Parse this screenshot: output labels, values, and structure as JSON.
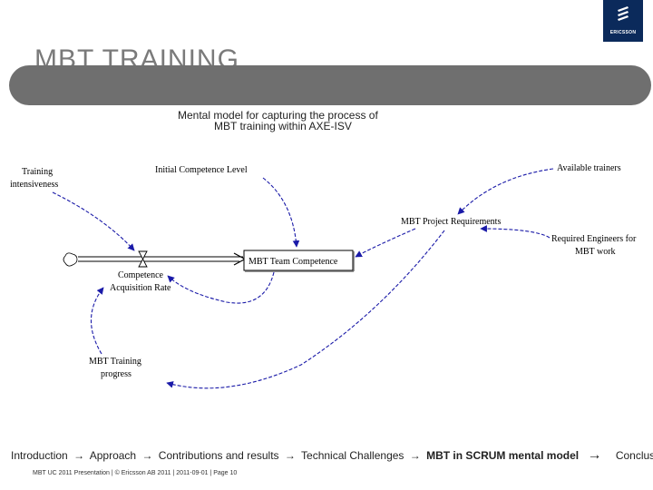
{
  "brand": {
    "name": "ERICSSON",
    "color": "#0b2a5b"
  },
  "page": {
    "title": "MBT TRAINING"
  },
  "diagram": {
    "caption_line1": "Mental model for capturing the process of",
    "caption_line2": "MBT training within AXE-ISV",
    "nodes": {
      "training_intensiveness_1": "Training",
      "training_intensiveness_2": "intensiveness",
      "initial_competence": "Initial Competence Level",
      "available_trainers": "Available trainers",
      "project_requirements": "MBT Project Requirements",
      "required_engineers_1": "Required Engineers for",
      "required_engineers_2": "MBT work",
      "team_competence": "MBT Team Competence",
      "acquisition_rate_1": "Competence",
      "acquisition_rate_2": "Acquisition Rate",
      "training_progress_1": "MBT Training",
      "training_progress_2": "progress"
    }
  },
  "nav": {
    "items": [
      "Introduction",
      "Approach",
      "Contributions and results",
      "Technical Challenges",
      "MBT in SCRUM mental model",
      "Conclusion"
    ],
    "arrow": "→",
    "current_index": 4
  },
  "footer": {
    "text": "MBT UC 2011 Presentation | © Ericsson AB 2011 | 2011-09-01 | Page 10"
  }
}
